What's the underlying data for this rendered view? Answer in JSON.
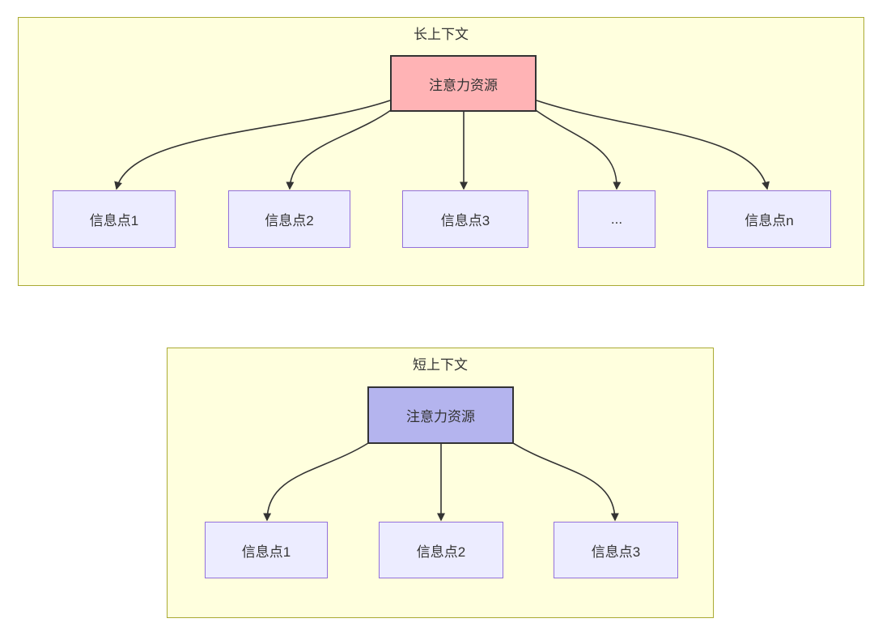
{
  "diagram": {
    "long_context": {
      "title": "长上下文",
      "attention_label": "注意力资源",
      "info_nodes": [
        "信息点1",
        "信息点2",
        "信息点3",
        "...",
        "信息点n"
      ]
    },
    "short_context": {
      "title": "短上下文",
      "attention_label": "注意力资源",
      "info_nodes": [
        "信息点1",
        "信息点2",
        "信息点3"
      ]
    },
    "colors": {
      "container_fill": "#ffffde",
      "container_border": "#aaaa33",
      "info_node_fill": "#ececff",
      "info_node_border": "#9370db",
      "attention_long_fill": "#ffb3b5",
      "attention_short_fill": "#b4b4ee",
      "attention_border": "#333333",
      "edge_color": "#333333",
      "text_color": "#333333"
    }
  }
}
